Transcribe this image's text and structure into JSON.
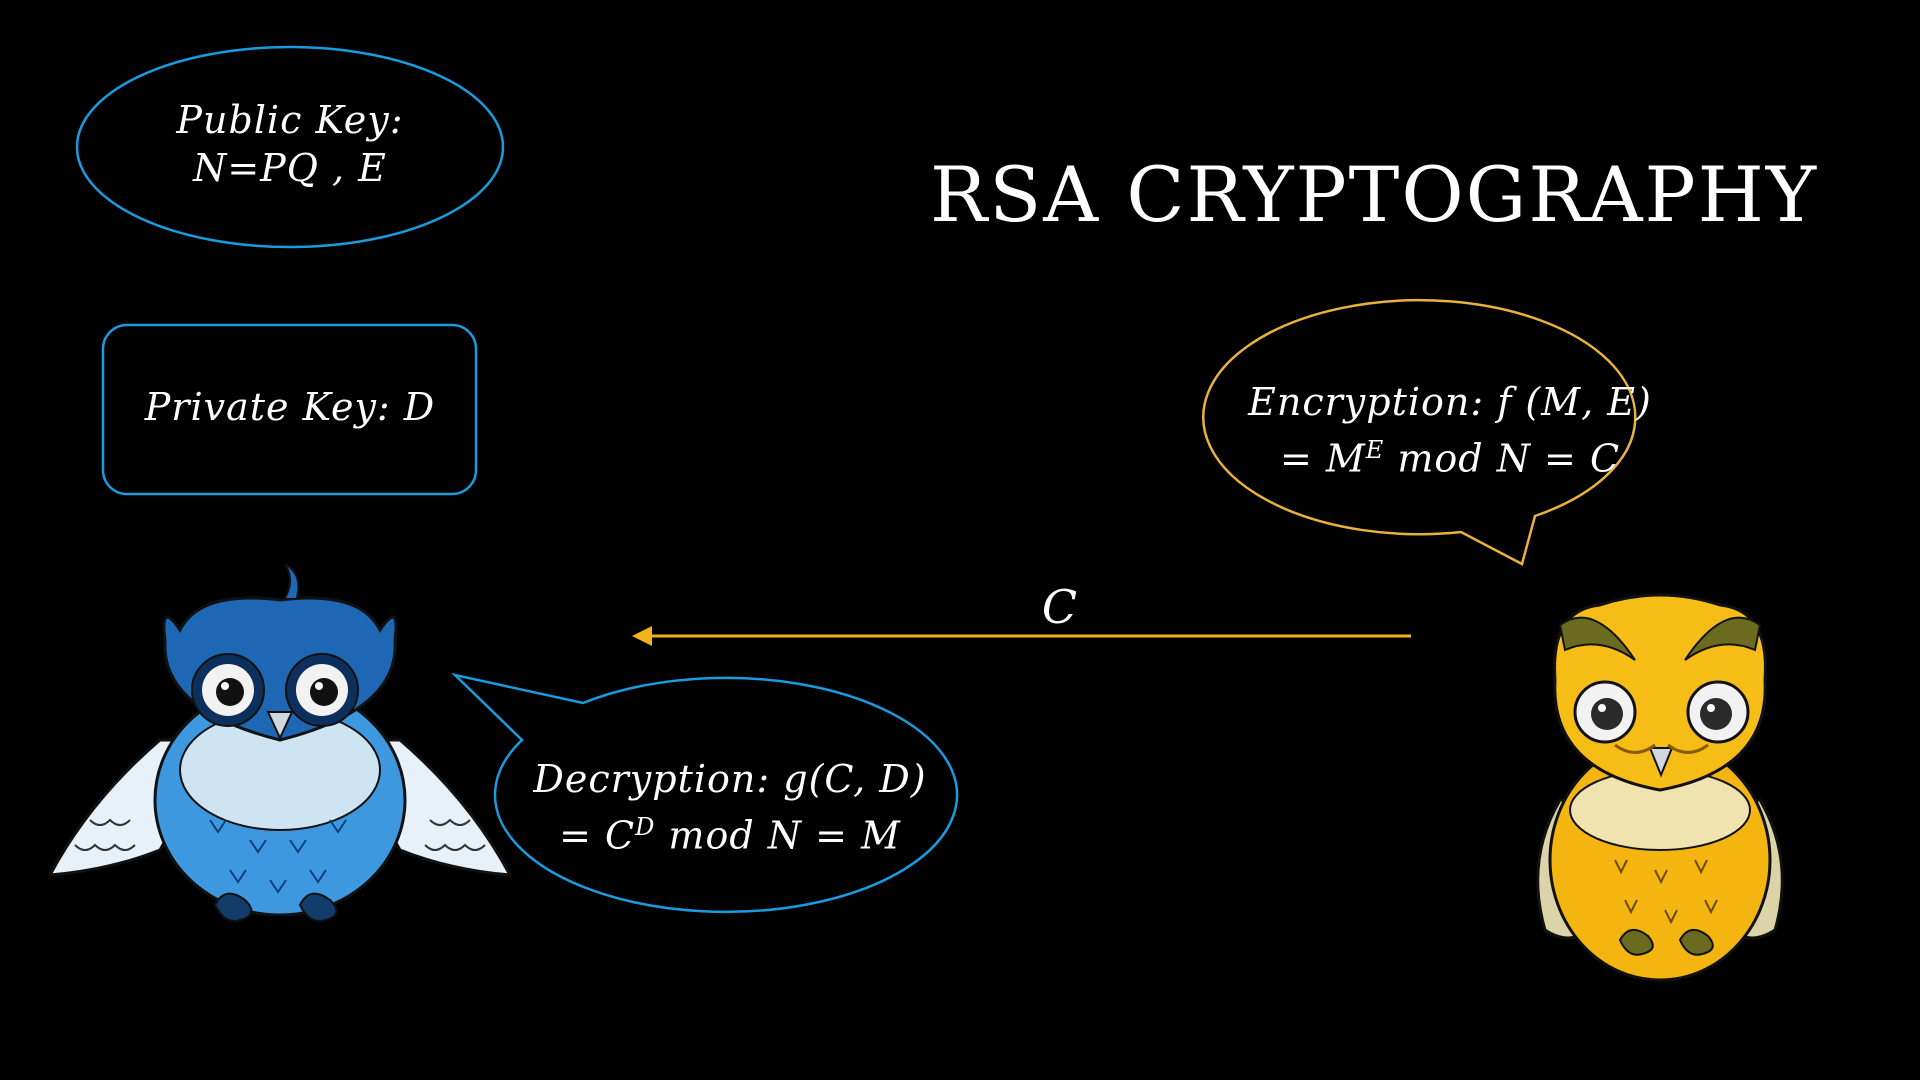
{
  "title": "RSA CRYPTOGRAPHY",
  "public_key": {
    "line1": "Public Key:",
    "line2": "N=PQ , E"
  },
  "private_key": {
    "text": "Private Key: D"
  },
  "encryption": {
    "line1": "Encryption: f (M, E)",
    "line2_pre": "= M",
    "line2_sup": "E",
    "line2_post": " mod N = C"
  },
  "decryption": {
    "line1": "Decryption: g(C, D)",
    "line2_pre": "= C",
    "line2_sup": "D",
    "line2_post": " mod N = M"
  },
  "arrow_label": "C",
  "colors": {
    "blue": "#1a9be0",
    "yellow": "#f2b21a",
    "background": "#000000"
  },
  "icons": {
    "left": "blue-owl-icon",
    "right": "yellow-owl-icon"
  }
}
